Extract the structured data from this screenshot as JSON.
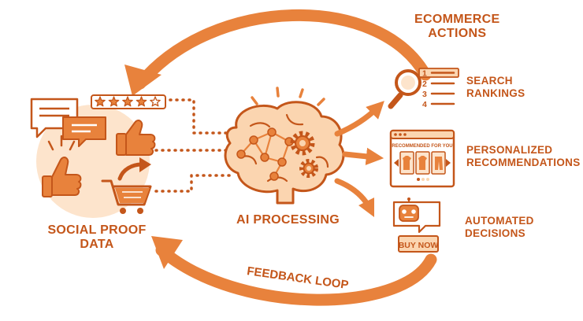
{
  "labels": {
    "ecommerce_actions": [
      "ECOMMERCE",
      "ACTIONS"
    ],
    "search_rankings": [
      "SEARCH",
      "RANKINGS"
    ],
    "personalized": [
      "PERSONALIZED",
      "RECOMMENDATIONS"
    ],
    "automated": [
      "AUTOMATED",
      "DECISIONS"
    ],
    "ai_processing": "AI PROCESSING",
    "social_proof": [
      "SOCIAL PROOF",
      "DATA"
    ],
    "feedback_loop": "FEEDBACK LOOP"
  },
  "ranking_numbers": [
    "1",
    "2",
    "3",
    "4"
  ],
  "recommended_for_you": "RECOMMENDED FOR YOU",
  "buy_now": "BUY NOW",
  "rating_stars": 4,
  "rating_max": 5,
  "colors": {
    "primary": "#e8823c",
    "dark": "#c4561a",
    "light_fill": "#fbd5b0",
    "blob": "#fde4cc",
    "white": "#ffffff"
  }
}
